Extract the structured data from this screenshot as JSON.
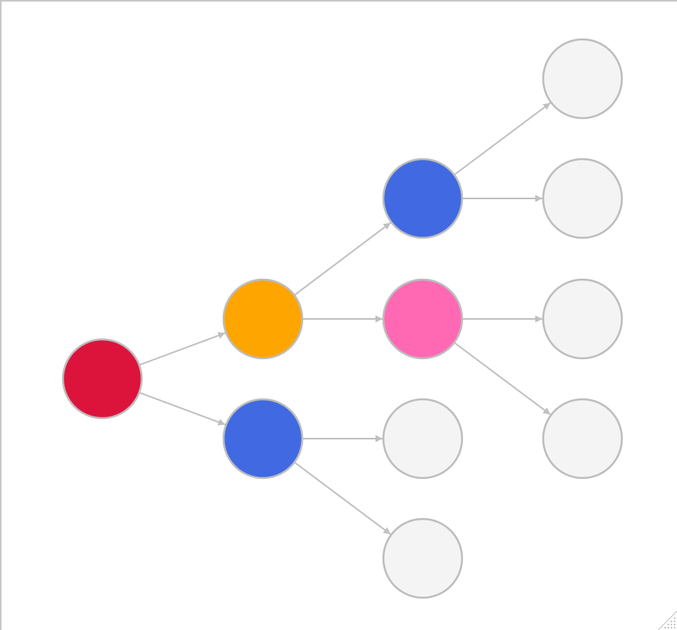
{
  "diagram": {
    "type": "tree",
    "colors": {
      "edge": "#c0c0c0",
      "node_border": "#bdbdbd",
      "crimson": "#dc143c",
      "orange": "#ffa500",
      "royal_blue": "#4169e1",
      "hot_pink": "#ff69b4",
      "empty": "#f4f4f4"
    },
    "nodes": [
      {
        "id": "root",
        "fill": "crimson",
        "children": [
          "a1",
          "a2"
        ]
      },
      {
        "id": "a1",
        "fill": "orange",
        "children": [
          "b1",
          "b2"
        ]
      },
      {
        "id": "a2",
        "fill": "royal_blue",
        "children": [
          "b3",
          "b4"
        ]
      },
      {
        "id": "b1",
        "fill": "royal_blue",
        "children": [
          "c1",
          "c2"
        ]
      },
      {
        "id": "b2",
        "fill": "hot_pink",
        "children": [
          "c3",
          "c4"
        ]
      },
      {
        "id": "b3",
        "fill": "empty",
        "children": []
      },
      {
        "id": "b4",
        "fill": "empty",
        "children": []
      },
      {
        "id": "c1",
        "fill": "empty",
        "children": []
      },
      {
        "id": "c2",
        "fill": "empty",
        "children": []
      },
      {
        "id": "c3",
        "fill": "empty",
        "children": []
      },
      {
        "id": "c4",
        "fill": "empty",
        "children": []
      }
    ]
  },
  "resize_handle": {
    "icon": "resize-grip-icon"
  }
}
